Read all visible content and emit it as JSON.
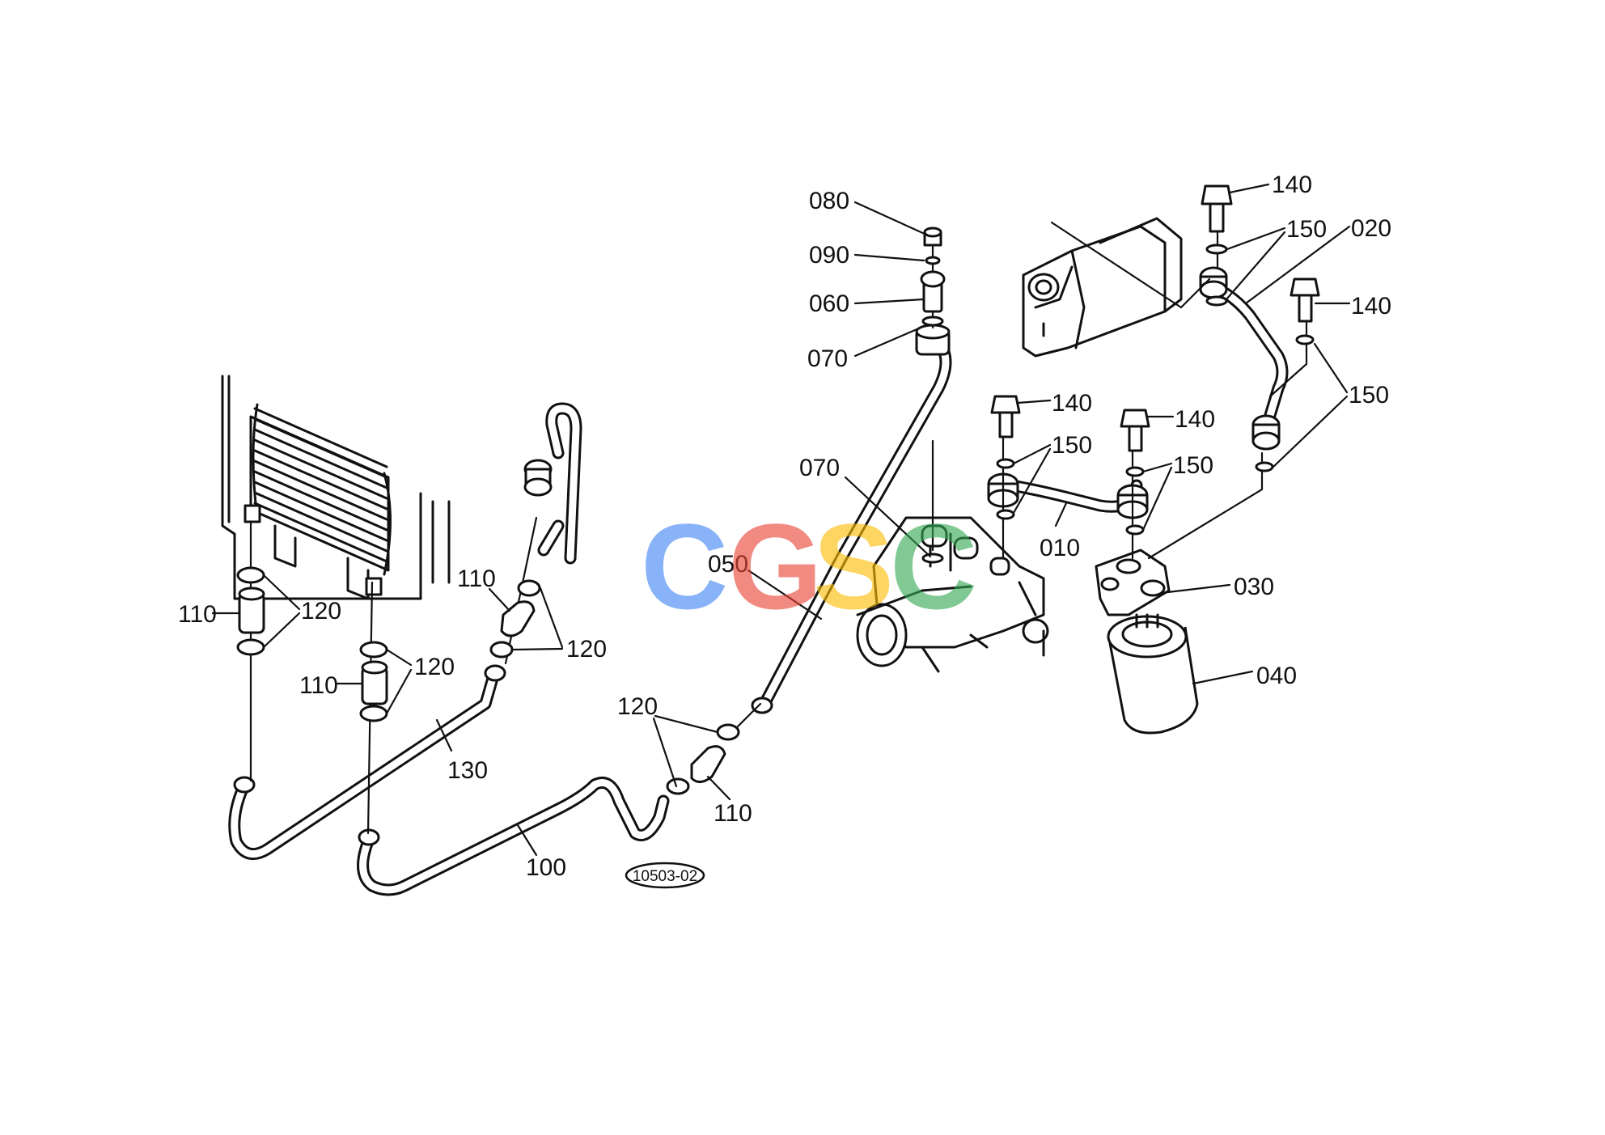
{
  "diagram": {
    "reference_code": "10503-02",
    "callouts": {
      "c010": "010",
      "c020": "020",
      "c030": "030",
      "c040": "040",
      "c050": "050",
      "c060": "060",
      "c070a": "070",
      "c070b": "070",
      "c080": "080",
      "c090": "090",
      "c100": "100",
      "c110a": "110",
      "c110b": "110",
      "c110c": "110",
      "c110d": "110",
      "c120a": "120",
      "c120b": "120",
      "c120c": "120",
      "c120d": "120",
      "c130": "130",
      "c140a": "140",
      "c140b": "140",
      "c140c": "140",
      "c140d": "140",
      "c150a": "150",
      "c150b": "150",
      "c150c": "150",
      "c150d": "150"
    }
  },
  "watermark": {
    "letters": [
      "C",
      "G",
      "S",
      "C"
    ],
    "colors": [
      "#4285F4",
      "#EA4335",
      "#FBBC05",
      "#34A853"
    ]
  }
}
